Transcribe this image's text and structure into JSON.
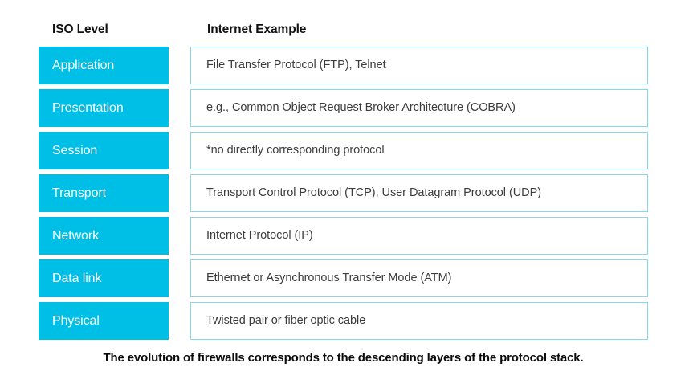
{
  "headers": {
    "left": "ISO Level",
    "right": "Internet Example"
  },
  "colors": {
    "layer_fill": "#00BFE7",
    "layer_text": "#FFFFFF",
    "example_border": "#80DBF1",
    "example_fill": "#FFFFFF",
    "example_text": "#3C3C3C",
    "header_text": "#111111",
    "caption_text": "#0B0B0B",
    "background": "#FFFFFF"
  },
  "rows": [
    {
      "layer": "Application",
      "example": "File Transfer Protocol (FTP), Telnet"
    },
    {
      "layer": "Presentation",
      "example": "e.g., Common Object Request Broker Architecture (COBRA)"
    },
    {
      "layer": "Session",
      "example": "*no directly corresponding protocol"
    },
    {
      "layer": "Transport",
      "example": "Transport Control Protocol (TCP), User Datagram Protocol (UDP)"
    },
    {
      "layer": "Network",
      "example": "Internet Protocol (IP)"
    },
    {
      "layer": "Data link",
      "example": "Ethernet or Asynchronous Transfer Mode (ATM)"
    },
    {
      "layer": "Physical",
      "example": "Twisted pair or fiber optic cable"
    }
  ],
  "caption": "The evolution of firewalls corresponds to the descending layers of the protocol stack."
}
